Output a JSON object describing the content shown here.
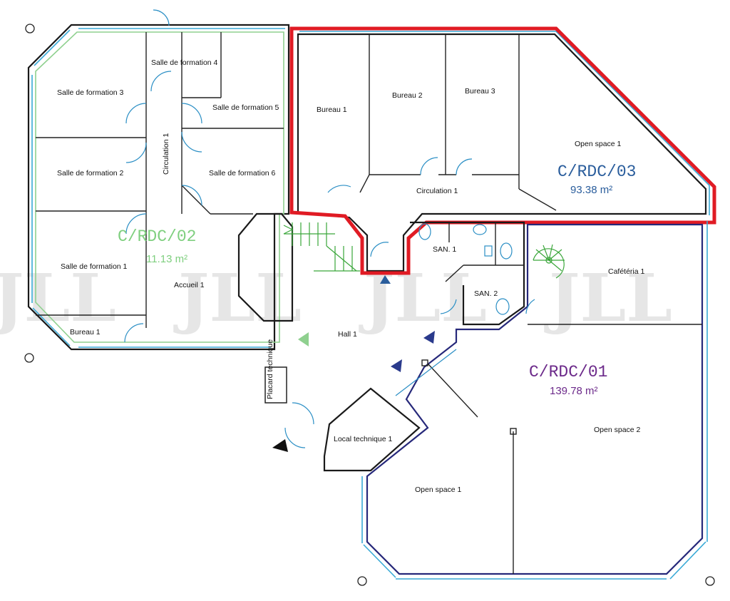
{
  "plan": {
    "zones": [
      {
        "code": "C/RDC/03",
        "area": "93.38 m²",
        "color": "#2a5d9c",
        "outline": "#e01b24"
      },
      {
        "code": "C/RDC/02",
        "area": "11.13 m²",
        "color": "#7fcf7f"
      },
      {
        "code": "C/RDC/01",
        "area": "139.78 m²",
        "color": "#6c2a8a"
      }
    ],
    "rooms": {
      "salle3": "Salle de formation 3",
      "salle4": "Salle de formation 4",
      "salle5": "Salle de formation 5",
      "salle2": "Salle de formation 2",
      "salle6": "Salle de formation 6",
      "salle1": "Salle de formation 1",
      "circulation_left": "Circulation 1",
      "accueil": "Accueil 1",
      "bureau_left": "Bureau 1",
      "bureau1": "Bureau 1",
      "bureau2": "Bureau 2",
      "bureau3": "Bureau 3",
      "openspace_top": "Open space 1",
      "circulation_top": "Circulation 1",
      "san1": "SAN. 1",
      "san2": "SAN. 2",
      "cafeteria": "Cafétéria 1",
      "hall": "Hall 1",
      "local": "Local technique 1",
      "openspace2": "Open space 2",
      "openspace_bottom": "Open space 1",
      "gaine": "Placard technique"
    },
    "watermark": "JLL",
    "colors": {
      "glazing": "#38a9d6",
      "walls": "#1a1a1a",
      "accueil_outline": "#8fd08f",
      "zone01_outline": "#26287a"
    }
  }
}
